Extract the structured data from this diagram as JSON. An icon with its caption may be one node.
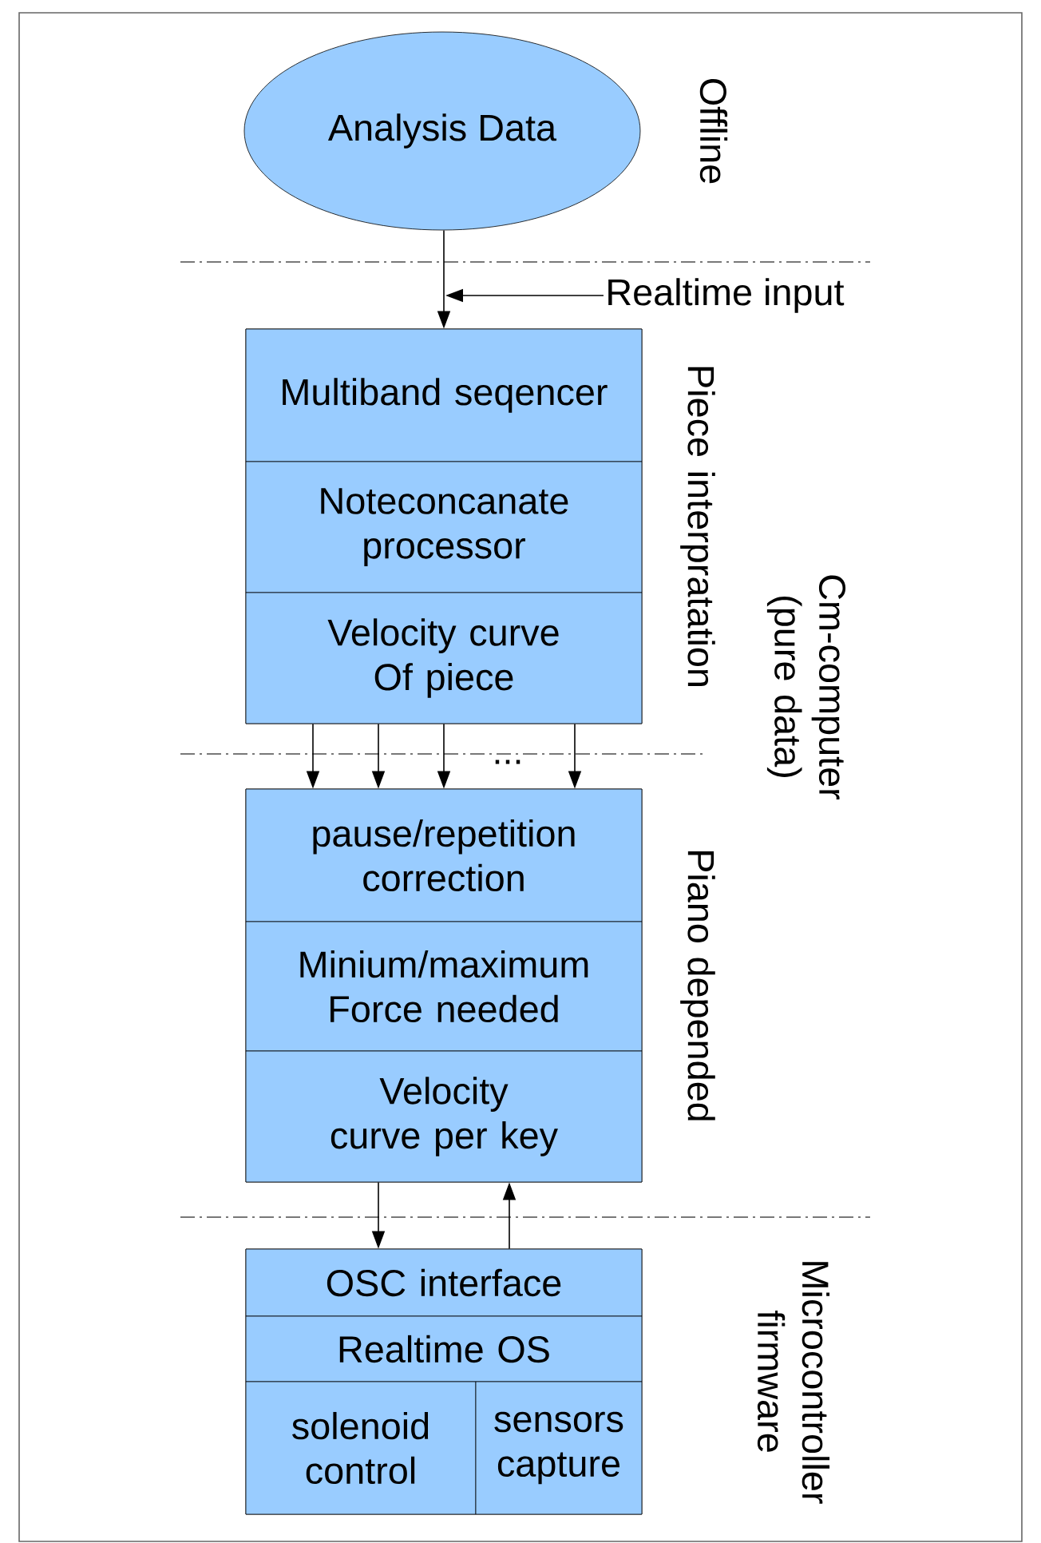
{
  "diagram": {
    "nodes": [
      {
        "text": [
          "Analysis Data"
        ]
      },
      {
        "text": [
          "Realtime input"
        ]
      },
      {
        "text": [
          "Piece interpratation"
        ]
      },
      {
        "text": [
          "Multiband seqencer"
        ],
        "in": 2
      },
      {
        "text": [
          "Noteconcanate processor"
        ],
        "in": 2
      },
      {
        "text": [
          "Velocity curve Of piece"
        ],
        "in": 2
      },
      {
        "text": [
          "Piano depended"
        ]
      },
      {
        "text": [
          "pause/repetition correction"
        ],
        "in": 6
      },
      {
        "text": [
          "Minium/maximum Force needed"
        ],
        "in": 6
      },
      {
        "text": [
          "Velocity curve per key"
        ],
        "in": 6
      },
      {
        "text": [
          "Microcontroller firmware"
        ]
      },
      {
        "text": [
          "OSC interface"
        ],
        "in": 10
      },
      {
        "text": [
          "Realtime OS"
        ],
        "in": 10
      },
      {
        "text": [
          "solenoid control"
        ],
        "in": 10
      },
      {
        "text": [
          "sensors capture"
        ],
        "in": 10
      }
    ],
    "edges": [
      {
        "from": 0,
        "to": 2,
        "arrow": "to"
      },
      {
        "from": 1,
        "to": null,
        "arrow": "to"
      },
      {
        "from": 5,
        "to": 7,
        "arrow": "to"
      },
      {
        "from": 5,
        "to": 7,
        "arrow": "to"
      },
      {
        "from": 5,
        "to": 7,
        "arrow": "to"
      },
      {
        "from": 5,
        "to": 7,
        "arrow": "to"
      },
      {
        "from": 9,
        "to": 11,
        "arrow": "to"
      },
      {
        "from": 11,
        "to": 9,
        "arrow": "to"
      }
    ],
    "labels": [
      "Offline",
      "Cm-computer (pure data)",
      "..."
    ]
  }
}
